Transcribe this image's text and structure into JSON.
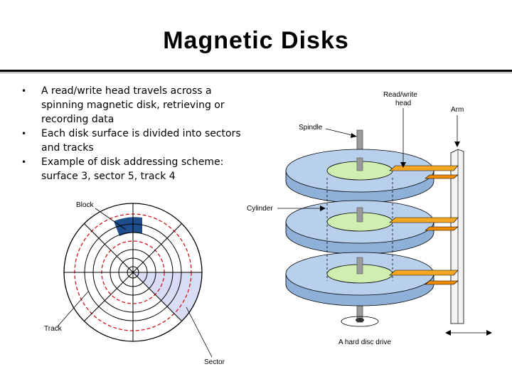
{
  "slide": {
    "title": "Magnetic Disks",
    "bullets": [
      "A read/write head travels across a spinning magnetic disk, retrieving or recording data",
      "Each disk surface is divided into sectors and tracks",
      "Example of disk addressing scheme: surface 3, sector 5, track 4"
    ]
  },
  "platter_diagram": {
    "labels": {
      "block": "Block",
      "track": "Track",
      "sector": "Sector"
    },
    "colors": {
      "block": "#1f4e8c",
      "sector": "#d8dcf5",
      "red_track": "#d01818"
    }
  },
  "drive_diagram": {
    "labels": {
      "head_line1": "Read/write",
      "head_line2": "head",
      "arm": "Arm",
      "spindle": "Spindle",
      "cylinder": "Cylinder",
      "caption": "A hard disc drive"
    },
    "colors": {
      "platter": "#b8d0ec",
      "hub": "#cfeeb0",
      "arm": "#f5a623",
      "spindle": "#888888"
    }
  }
}
